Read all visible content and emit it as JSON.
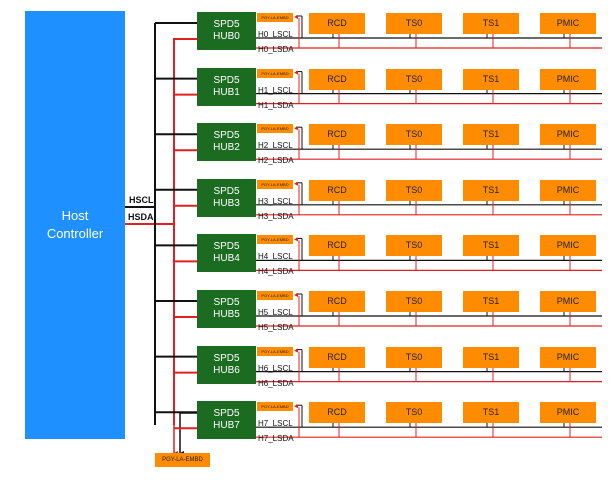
{
  "host": {
    "line1": "Host",
    "line2": "Controller"
  },
  "bus": {
    "hscl": "HSCL",
    "hsda": "HSDA"
  },
  "hubs": [
    {
      "line1": "SPD5",
      "line2": "HUB0",
      "scl": "H0_LSCL",
      "sda": "H0_LSDA"
    },
    {
      "line1": "SPD5",
      "line2": "HUB1",
      "scl": "H1_LSCL",
      "sda": "H1_LSDA"
    },
    {
      "line1": "SPD5",
      "line2": "HUB2",
      "scl": "H2_LSCL",
      "sda": "H2_LSDA"
    },
    {
      "line1": "SPD5",
      "line2": "HUB3",
      "scl": "H3_LSCL",
      "sda": "H3_LSDA"
    },
    {
      "line1": "SPD5",
      "line2": "HUB4",
      "scl": "H4_LSCL",
      "sda": "H4_LSDA"
    },
    {
      "line1": "SPD5",
      "line2": "HUB5",
      "scl": "H5_LSCL",
      "sda": "H5_LSDA"
    },
    {
      "line1": "SPD5",
      "line2": "HUB6",
      "scl": "H6_LSCL",
      "sda": "H6_LSDA"
    },
    {
      "line1": "SPD5",
      "line2": "HUB7",
      "scl": "H7_LSCL",
      "sda": "H7_LSDA"
    }
  ],
  "devices": [
    "RCD",
    "TS0",
    "TS1",
    "PMIC"
  ],
  "local_probe": "PGY-LA-EMBD",
  "bus_probe": "PGY-LA-EMBD",
  "colors": {
    "host": "#1e90ff",
    "hub": "#1b6b21",
    "device": "#ff8c00",
    "scl_line": "#111111",
    "sda_line": "#e02020"
  }
}
